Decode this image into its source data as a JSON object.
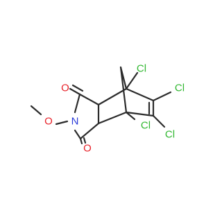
{
  "molecule": {
    "atoms": [
      {
        "id": "o_top",
        "label": "O",
        "color": "#e8222a"
      },
      {
        "id": "n",
        "label": "N",
        "color": "#2a3bd8"
      },
      {
        "id": "o_methoxy",
        "label": "O",
        "color": "#e8222a"
      },
      {
        "id": "o_bottom",
        "label": "O",
        "color": "#e8222a"
      },
      {
        "id": "cl_bridgehead_top",
        "label": "Cl",
        "color": "#32b832"
      },
      {
        "id": "cl_vinyl_top",
        "label": "Cl",
        "color": "#32b832"
      },
      {
        "id": "cl_bridgehead_bottom",
        "label": "Cl",
        "color": "#32b832"
      },
      {
        "id": "cl_vinyl_bottom",
        "label": "Cl",
        "color": "#32b832"
      }
    ]
  }
}
